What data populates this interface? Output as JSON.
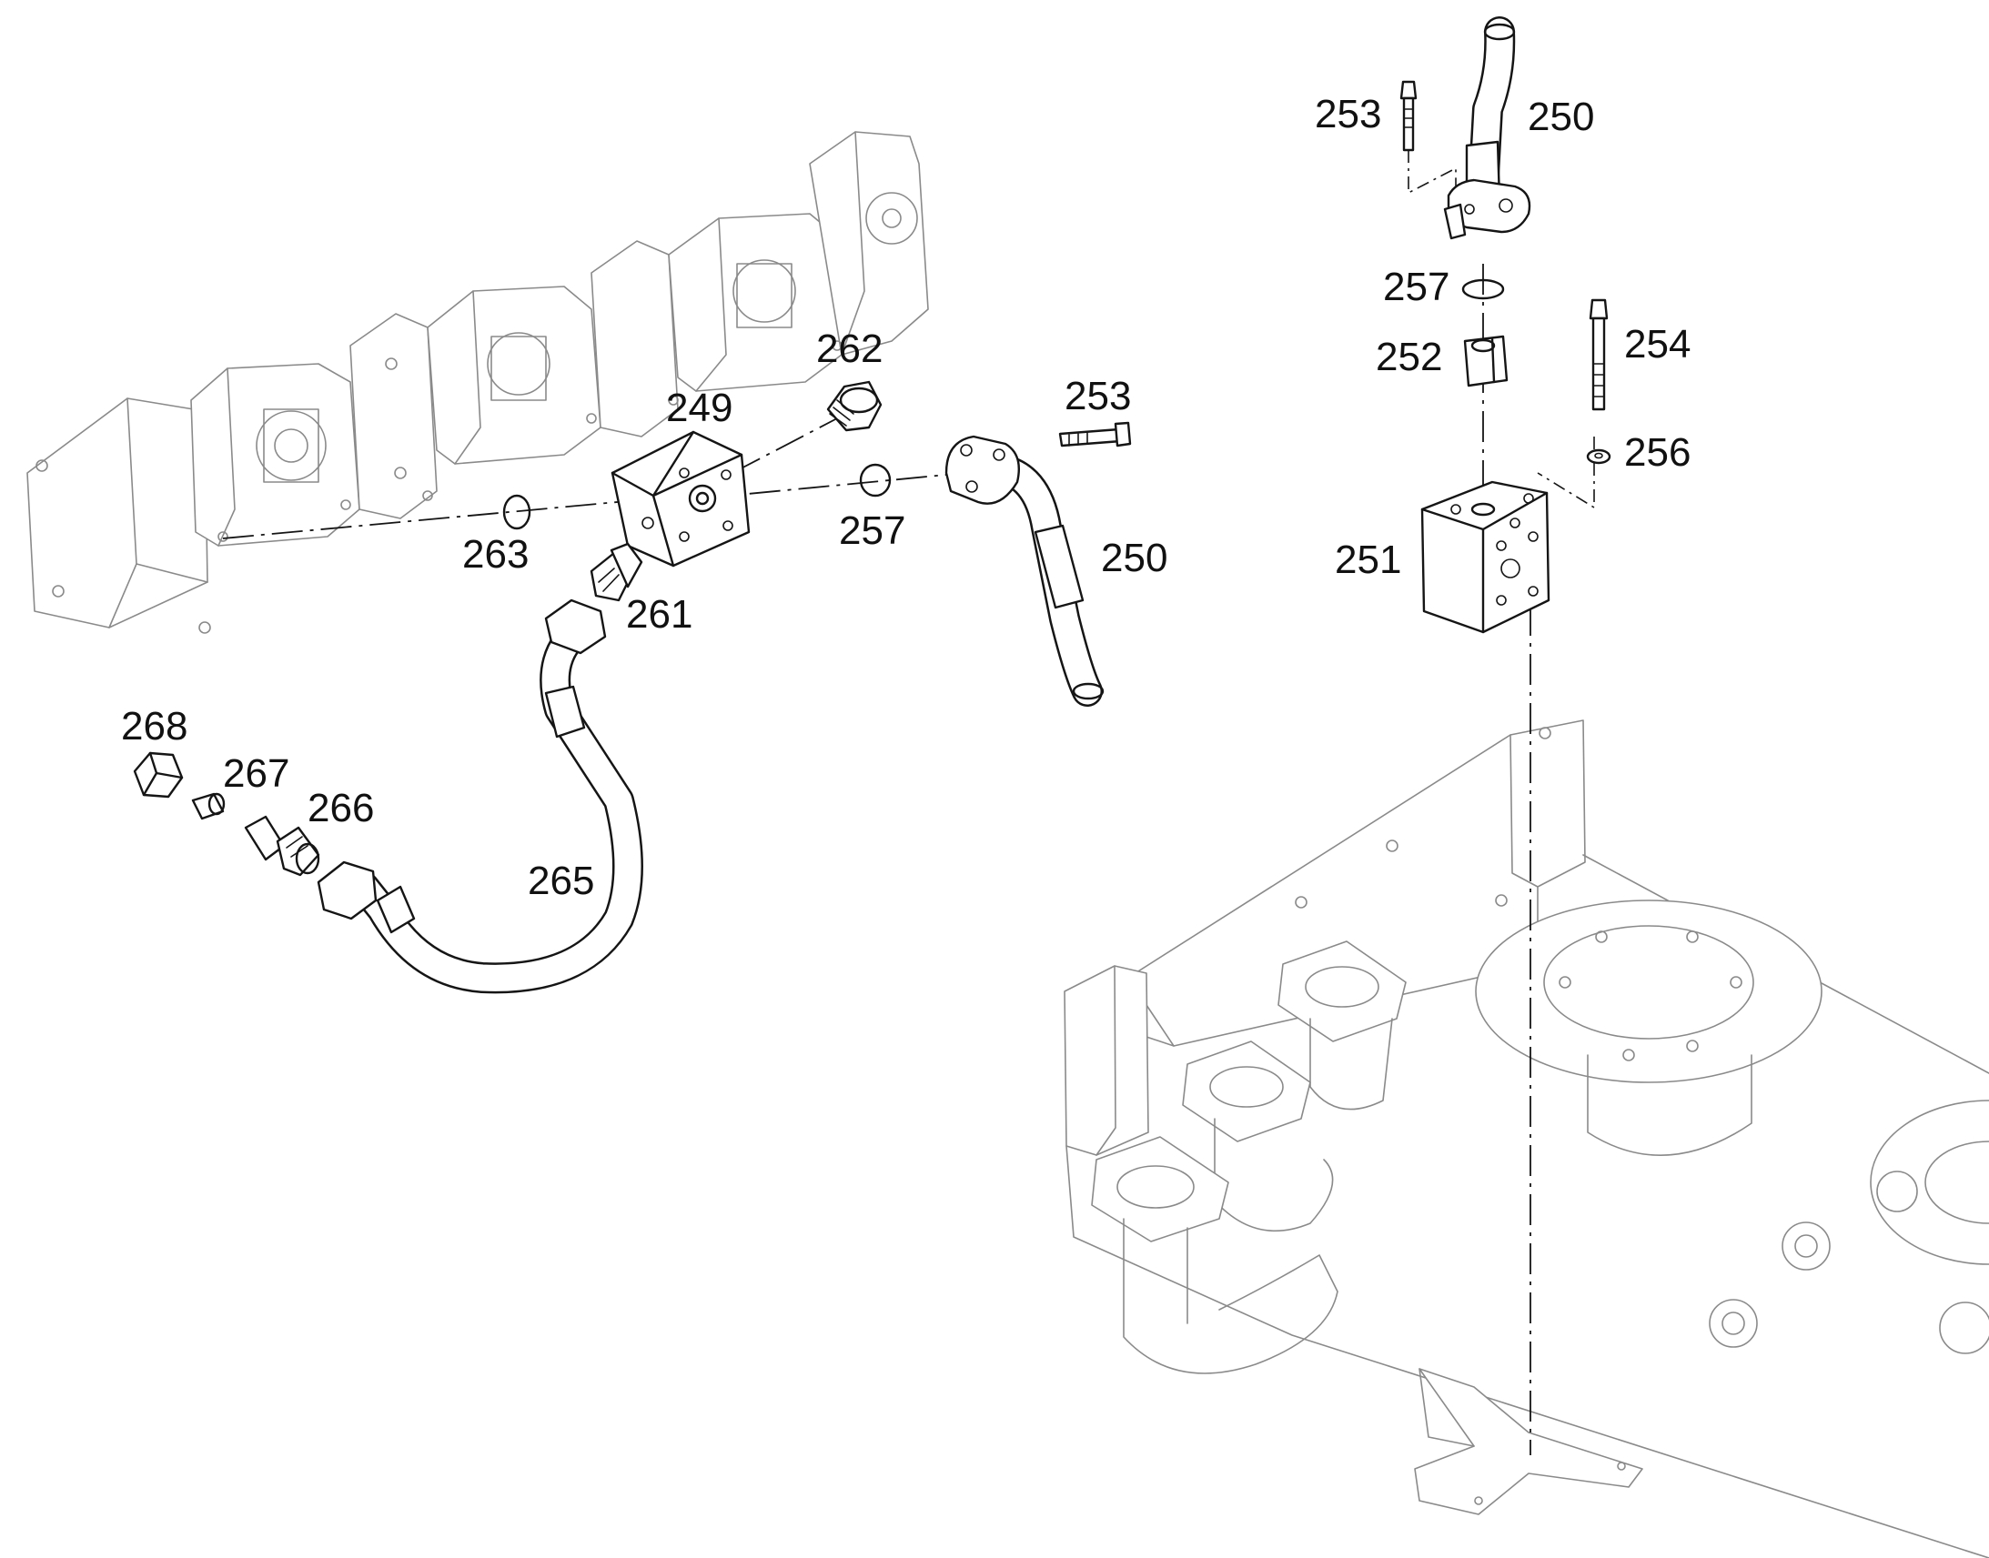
{
  "diagram": {
    "callouts": [
      {
        "id": "c249",
        "text": "249"
      },
      {
        "id": "c250a",
        "text": "250"
      },
      {
        "id": "c250b",
        "text": "250"
      },
      {
        "id": "c251",
        "text": "251"
      },
      {
        "id": "c252",
        "text": "252"
      },
      {
        "id": "c253a",
        "text": "253"
      },
      {
        "id": "c253b",
        "text": "253"
      },
      {
        "id": "c254",
        "text": "254"
      },
      {
        "id": "c256",
        "text": "256"
      },
      {
        "id": "c257a",
        "text": "257"
      },
      {
        "id": "c257b",
        "text": "257"
      },
      {
        "id": "c261",
        "text": "261"
      },
      {
        "id": "c262",
        "text": "262"
      },
      {
        "id": "c263",
        "text": "263"
      },
      {
        "id": "c265",
        "text": "265"
      },
      {
        "id": "c266",
        "text": "266"
      },
      {
        "id": "c267",
        "text": "267"
      },
      {
        "id": "c268",
        "text": "268"
      }
    ]
  },
  "colors": {
    "ink": "#151515",
    "ghost": "#8a8a8a",
    "background": "#ffffff"
  }
}
